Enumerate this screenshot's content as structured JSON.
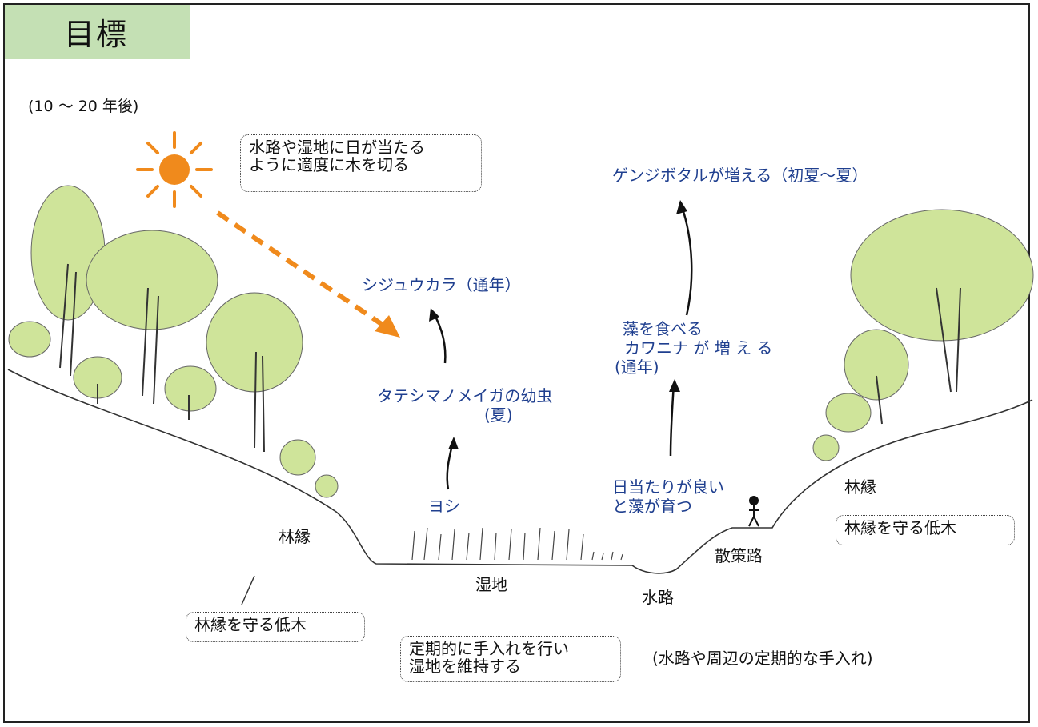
{
  "header": {
    "title": "目標",
    "period": "(10 ～ 20 年後)"
  },
  "notes": {
    "sun_note_line1": "水路や湿地に日が当たる",
    "sun_note_line2": "ように適度に木を切る",
    "left_low_trees": "林縁を守る低木",
    "right_low_trees": "林縁を守る低木",
    "wetland_care_line1": "定期的に手入れを行い",
    "wetland_care_line2": "湿地を維持する",
    "waterway_care": "(水路や周辺の定期的な手入れ)"
  },
  "chain_left": {
    "yoshi": "ヨシ",
    "larva_line1": "タテシマノメイガの幼虫",
    "larva_line2": "(夏)",
    "tit": "シジュウカラ（通年）"
  },
  "chain_right": {
    "sun_good_line1": "日当たりが良い",
    "sun_good_line2": "と藻が育つ",
    "snail_line1": "藻を食べる",
    "snail_line2": "カワニナ が 増 え る",
    "snail_line3": "(通年)",
    "firefly": "ゲンジボタルが増える（初夏～夏）"
  },
  "terrain": {
    "left_edge": "林縁",
    "right_edge": "林縁",
    "wetland": "湿地",
    "waterway": "水路",
    "path": "散策路"
  },
  "colors": {
    "title_bg": "#c4e0b4",
    "foliage": "#cfe49a",
    "sun": "#f08a1c",
    "label_blue": "#1f3f8f"
  }
}
